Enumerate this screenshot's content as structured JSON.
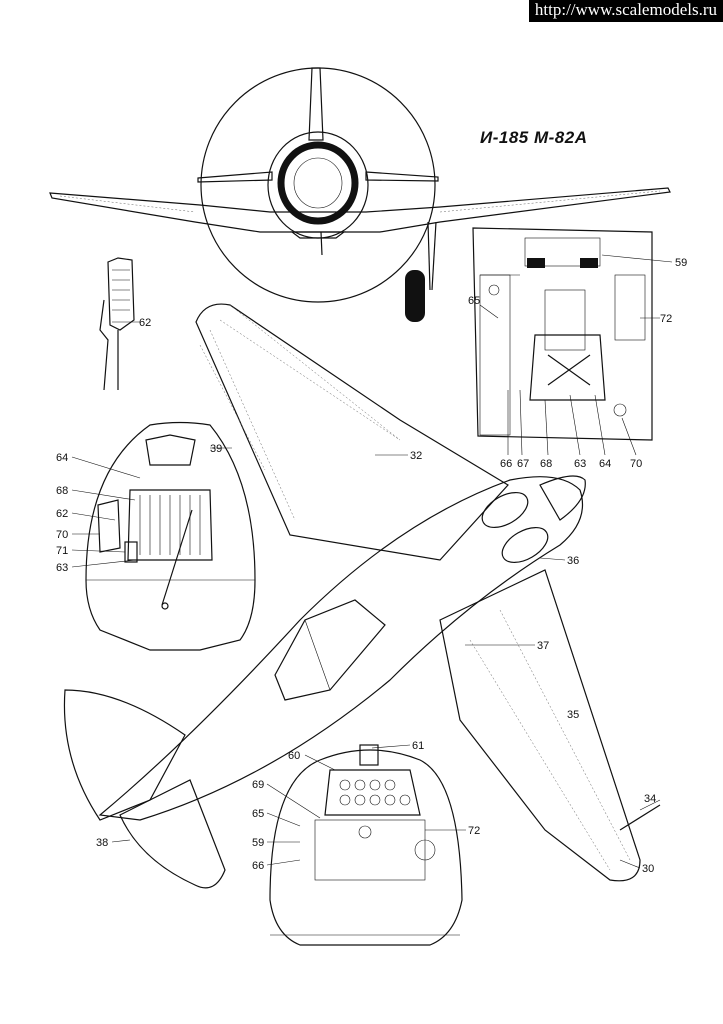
{
  "watermark": "http://www.scalemodels.ru",
  "title": "И-185 М-82А",
  "callouts": {
    "c59a": "59",
    "c72a": "72",
    "c65a": "65",
    "c66a": "66",
    "c67a": "67",
    "c68a": "68",
    "c63a": "63",
    "c64a": "64",
    "c70a": "70",
    "c62a": "62",
    "c64b": "64",
    "c68b": "68",
    "c62b": "62",
    "c70b": "70",
    "c71b": "71",
    "c63b": "63",
    "c39": "39",
    "c32": "32",
    "c36": "36",
    "c37": "37",
    "c35": "35",
    "c34": "34",
    "c30": "30",
    "c38": "38",
    "c60": "60",
    "c61": "61",
    "c69": "69",
    "c65c": "65",
    "c59c": "59",
    "c66c": "66",
    "c72c": "72"
  }
}
